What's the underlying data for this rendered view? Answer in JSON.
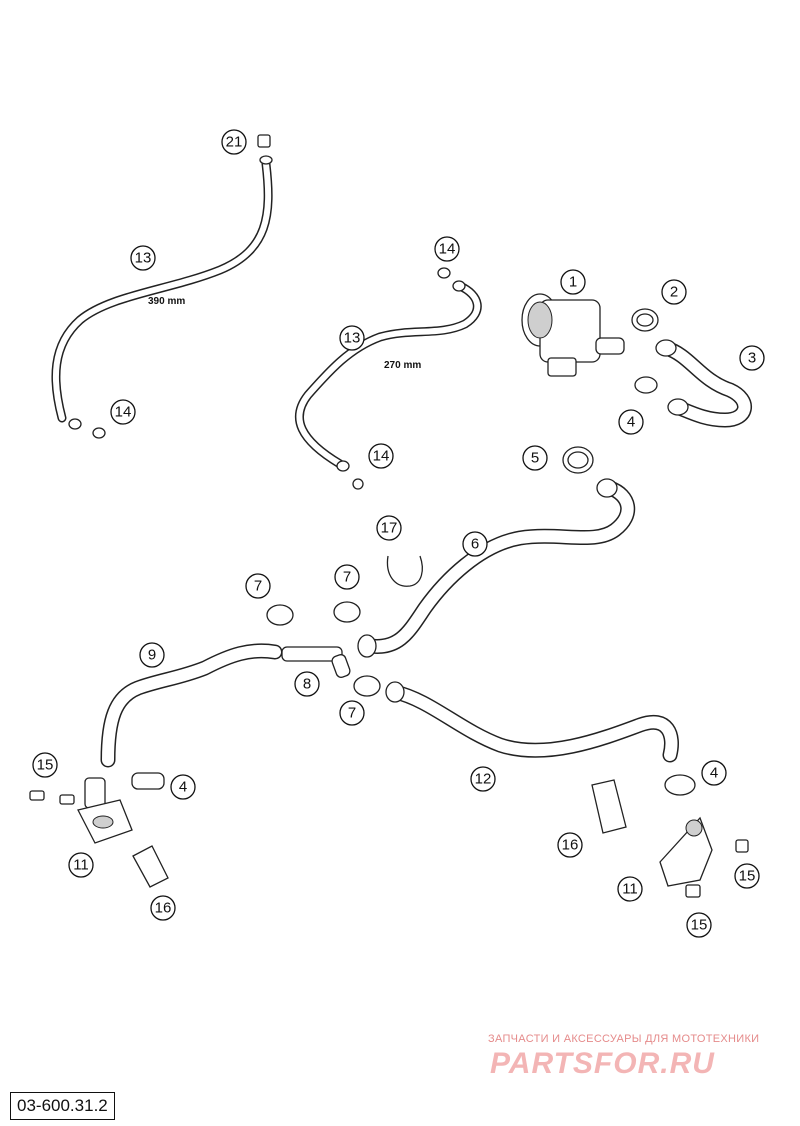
{
  "diagram": {
    "reference_code": "03-600.31.2",
    "dimension_labels": [
      "390 mm",
      "270 mm"
    ],
    "callouts": [
      "21",
      "13",
      "14",
      "14",
      "13",
      "14",
      "14",
      "1",
      "2",
      "3",
      "4",
      "5",
      "17",
      "6",
      "7",
      "7",
      "9",
      "8",
      "7",
      "15",
      "4",
      "12",
      "4",
      "11",
      "16",
      "16",
      "15",
      "11",
      "15"
    ]
  },
  "watermark": {
    "tagline": "ЗАПЧАСТИ И АКСЕССУАРЫ ДЛЯ МОТОТЕХНИКИ",
    "logo": "PARTSFOR.RU"
  }
}
